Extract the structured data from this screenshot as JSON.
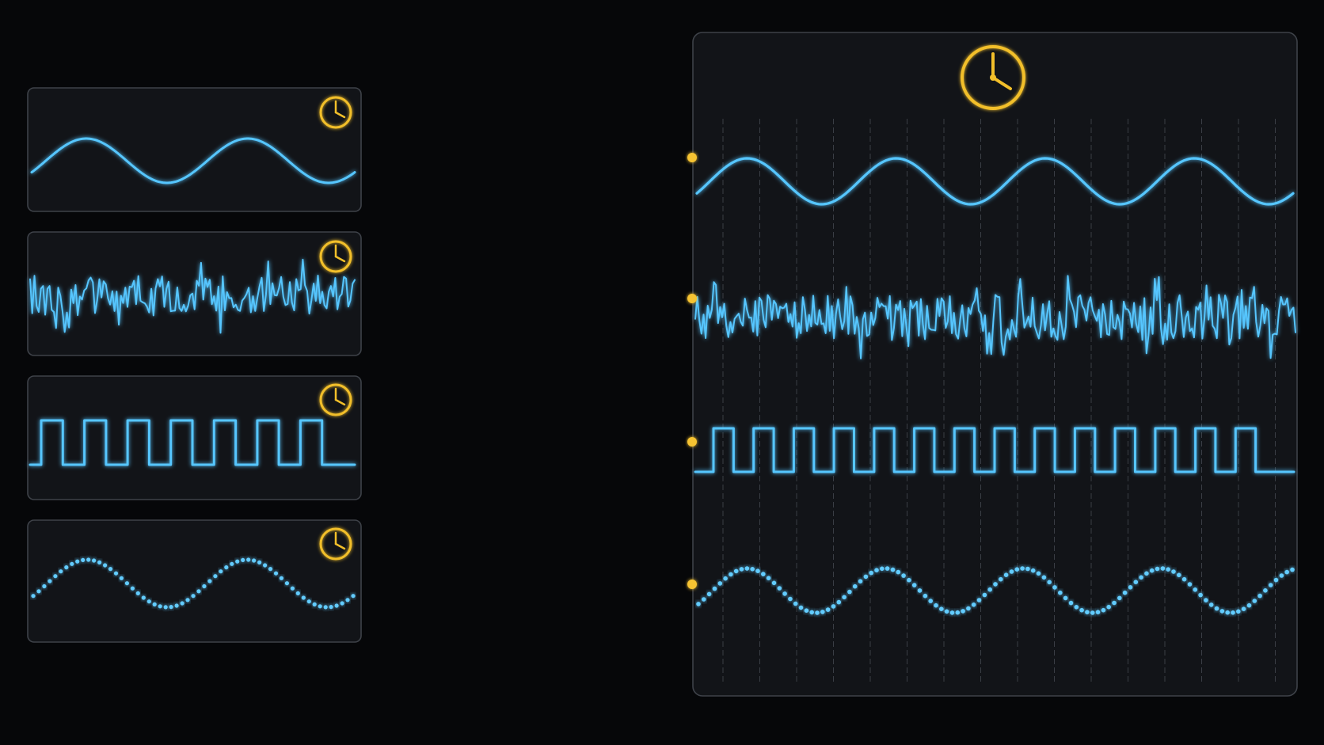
{
  "colors": {
    "background": "#060709",
    "panel": "#121418",
    "panel_border": "#3e4249",
    "wave": "#56c6ff",
    "accent": "#f6c330"
  },
  "icons": {
    "small_panels": "clock-icon",
    "main_panel": "clock-icon"
  },
  "signals": [
    {
      "id": "sine",
      "type": "sine",
      "small_cycles": 2,
      "main_cycles": 4
    },
    {
      "id": "noise",
      "type": "noise",
      "small_cycles": 0,
      "main_cycles": 0
    },
    {
      "id": "square",
      "type": "square",
      "small_cycles": 7,
      "main_cycles": 14
    },
    {
      "id": "sampled",
      "type": "dotted-sine",
      "small_cycles": 2,
      "main_cycles": 4.3
    }
  ],
  "main_panel": {
    "grid_lines": 16
  }
}
